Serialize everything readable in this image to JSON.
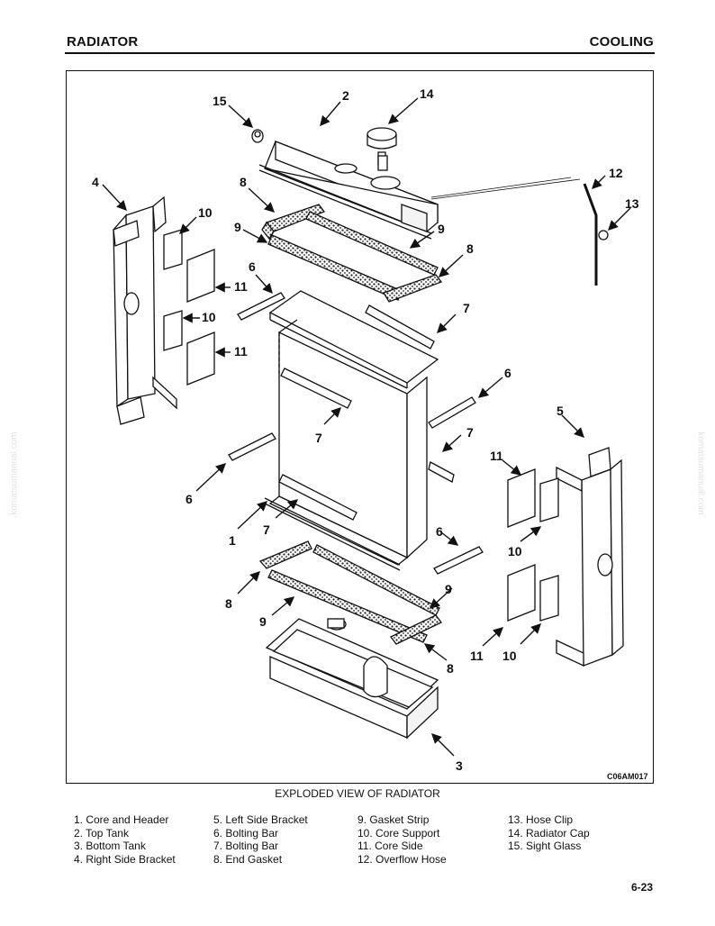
{
  "header": {
    "left": "RADIATOR",
    "right": "COOLING"
  },
  "figure": {
    "code": "C06AM017",
    "caption": "EXPLODED VIEW OF RADIATOR",
    "callouts": [
      "15",
      "2",
      "14",
      "12",
      "13",
      "4",
      "10",
      "11",
      "10",
      "11",
      "8",
      "9",
      "9",
      "8",
      "6",
      "7",
      "6",
      "7",
      "7",
      "6",
      "1",
      "7",
      "5",
      "11",
      "10",
      "11",
      "10",
      "6",
      "8",
      "9",
      "9",
      "8",
      "3"
    ]
  },
  "legend": {
    "col1": [
      "1. Core and Header",
      "2. Top Tank",
      "3. Bottom Tank",
      "4. Right Side Bracket"
    ],
    "col2": [
      "5. Left Side Bracket",
      "6. Bolting Bar",
      "7. Bolting Bar",
      "8. End Gasket"
    ],
    "col3": [
      "9. Gasket Strip",
      "10. Core Support",
      "11. Core Side",
      "12. Overflow Hose"
    ],
    "col4": [
      "13. Hose Clip",
      "14. Radiator Cap",
      "15. Sight Glass"
    ]
  },
  "page_number": "6-23",
  "watermark": "komatsumanual.com"
}
